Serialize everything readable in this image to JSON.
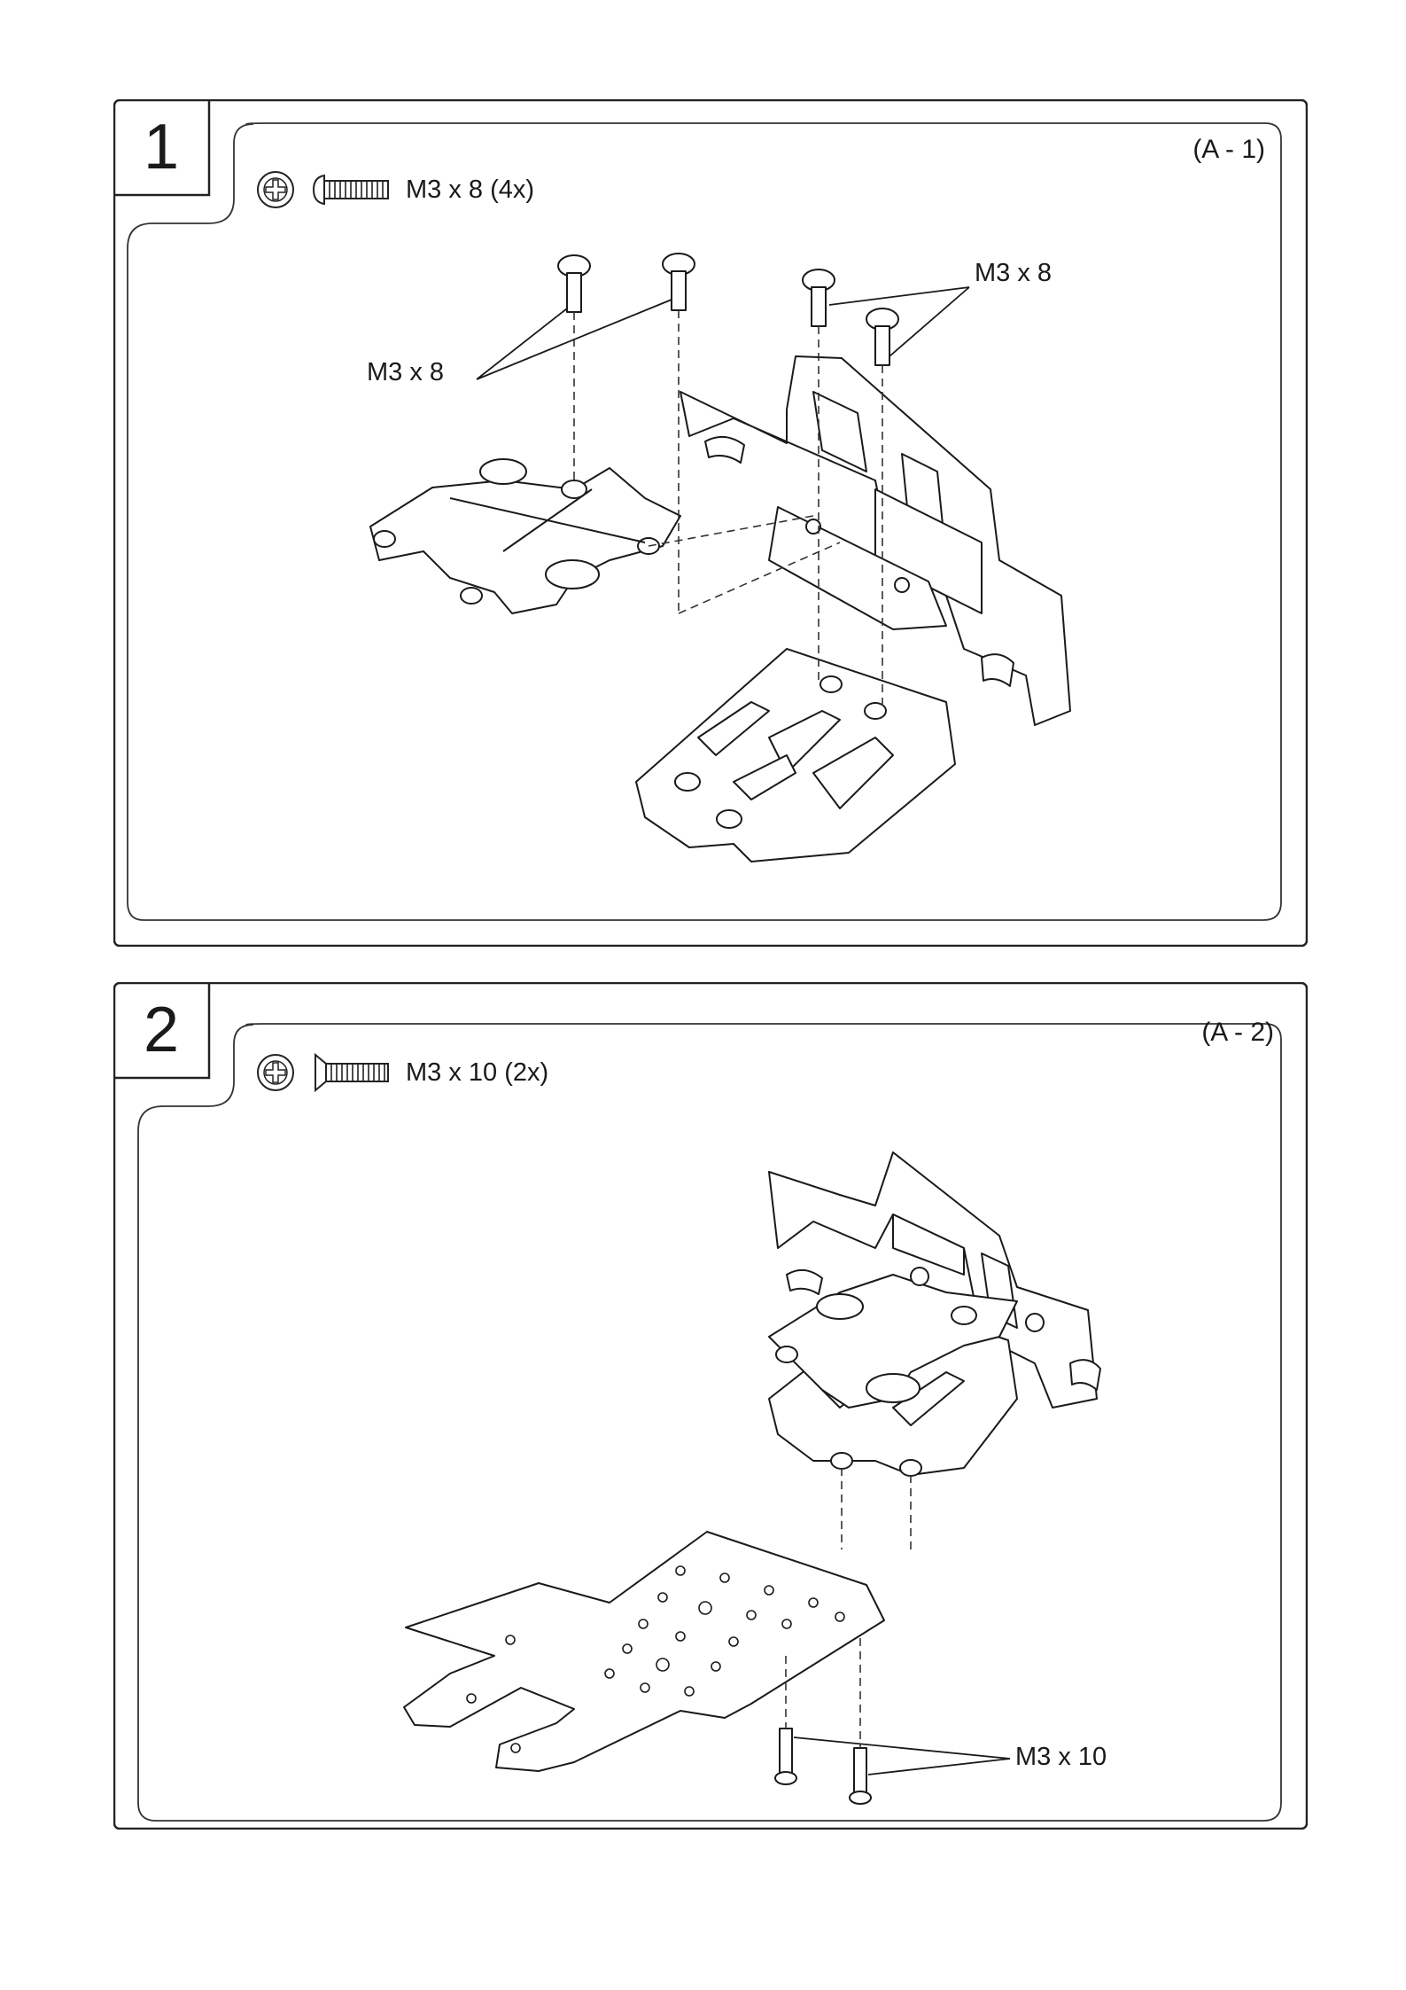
{
  "steps": [
    {
      "number": "1",
      "ref": "(A - 1)",
      "hardware": {
        "icon": "phillips-screwdriver-icon",
        "screw": "button-head-screw-icon",
        "text": "M3 x 8 (4x)"
      },
      "callouts": [
        "M3 x 8",
        "M3 x 8"
      ]
    },
    {
      "number": "2",
      "ref": "(A - 2)",
      "hardware": {
        "icon": "phillips-screwdriver-icon",
        "screw": "flat-head-screw-icon",
        "text": "M3 x 10 (2x)"
      },
      "callouts": [
        "M3 x 10"
      ]
    }
  ]
}
